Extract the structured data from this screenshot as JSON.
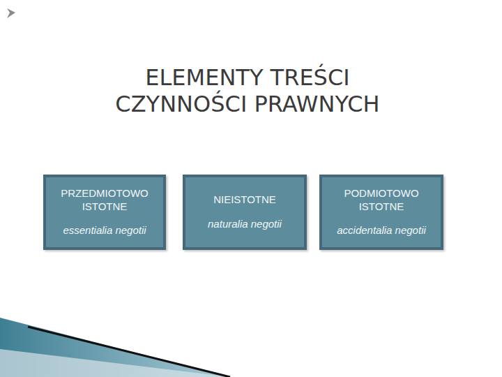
{
  "diagram": {
    "title": "ELEMENTY TREŚCI CZYNNOŚCI PRAWNYCH",
    "nodes": [
      {
        "text": [
          "PRZEDMIOTOWO ISTOTNE",
          "essentialia negotii"
        ]
      },
      {
        "text": [
          "NIEISTOTNE",
          "naturalia negotii"
        ]
      },
      {
        "text": [
          "PODMIOTOWO ISTOTNE",
          "accidentalia negotii"
        ]
      }
    ]
  }
}
